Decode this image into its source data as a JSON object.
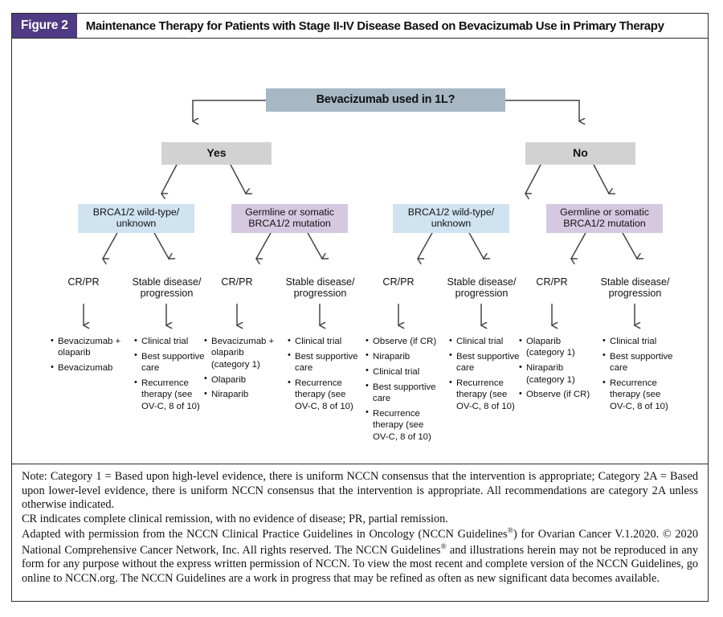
{
  "figure": {
    "badge": "Figure 2",
    "title": "Maintenance Therapy for Patients with Stage II-IV Disease Based on Bevacizumab Use in Primary Therapy",
    "badge_color": "#4f3b84"
  },
  "colors": {
    "decision_box": "#a7b8c4",
    "answer_box": "#d2d2d2",
    "wildtype_box": "#cfe3f0",
    "mutation_box": "#d6c8e0",
    "border": "#2b2b2b",
    "arrow": "#444444"
  },
  "flowchart": {
    "root": {
      "label": "Bevacizumab used in 1L?"
    },
    "branches": [
      {
        "answer": "Yes"
      },
      {
        "answer": "No"
      }
    ],
    "genotype_nodes": [
      {
        "line1": "BRCA1/2 wild-type/",
        "line2": "unknown",
        "type": "wildtype"
      },
      {
        "line1": "Germline or somatic",
        "line2": "BRCA1/2 mutation",
        "type": "mutation"
      },
      {
        "line1": "BRCA1/2 wild-type/",
        "line2": "unknown",
        "type": "wildtype"
      },
      {
        "line1": "Germline or somatic",
        "line2": "BRCA1/2 mutation",
        "type": "mutation"
      }
    ],
    "response_labels": [
      {
        "line1": "CR/PR",
        "line2": ""
      },
      {
        "line1": "Stable disease/",
        "line2": "progression"
      },
      {
        "line1": "CR/PR",
        "line2": ""
      },
      {
        "line1": "Stable disease/",
        "line2": "progression"
      },
      {
        "line1": "CR/PR",
        "line2": ""
      },
      {
        "line1": "Stable disease/",
        "line2": "progression"
      },
      {
        "line1": "CR/PR",
        "line2": ""
      },
      {
        "line1": "Stable disease/",
        "line2": "progression"
      }
    ],
    "treatment_columns": [
      {
        "items": [
          "Bevacizumab + olaparib",
          "Bevacizumab"
        ]
      },
      {
        "items": [
          "Clinical trial",
          "Best supportive care",
          "Recurrence therapy (see OV-C, 8 of 10)"
        ]
      },
      {
        "items": [
          "Bevacizumab + olaparib (category 1)",
          "Olaparib",
          "Niraparib"
        ]
      },
      {
        "items": [
          "Clinical trial",
          "Best supportive care",
          "Recurrence therapy (see OV-C, 8 of 10)"
        ]
      },
      {
        "items": [
          "Observe (if CR)",
          "Niraparib",
          "Clinical trial",
          "Best supportive care",
          "Recurrence therapy (see OV-C, 8 of 10)"
        ]
      },
      {
        "items": [
          "Clinical trial",
          "Best supportive care",
          "Recurrence therapy (see OV-C, 8 of 10)"
        ]
      },
      {
        "items": [
          "Olaparib (category 1)",
          "Niraparib (category 1)",
          "Observe (if CR)"
        ]
      },
      {
        "items": [
          "Clinical trial",
          "Best supportive care",
          "Recurrence therapy (see OV-C, 8 of 10)"
        ]
      }
    ]
  },
  "footnote": {
    "note": "Note: Category 1 = Based upon high-level evidence, there is uniform NCCN consensus that the intervention is appropriate; Category 2A = Based upon lower-level evidence, there is uniform NCCN consensus that the intervention is appropriate. All recommendations are category 2A unless otherwise indicated.",
    "abbreviations": "CR indicates complete clinical remission, with no evidence of disease; PR, partial remission.",
    "permission_part1": "Adapted with permission from the NCCN Clinical Practice Guidelines in Oncology (NCCN Guidelines",
    "permission_part2": ") for Ovarian Cancer V.1.2020. © 2020 National Comprehensive Cancer Network, Inc. All rights reserved. The NCCN Guidelines",
    "permission_part3": " and illustrations herein may not be reproduced in any form for any purpose without the express written permission of NCCN. To view the most recent and complete version of the NCCN Guidelines, go online to NCCN.org. The NCCN Guidelines are a work in progress that may be refined as often as new significant data becomes available.",
    "reg_mark": "®"
  }
}
